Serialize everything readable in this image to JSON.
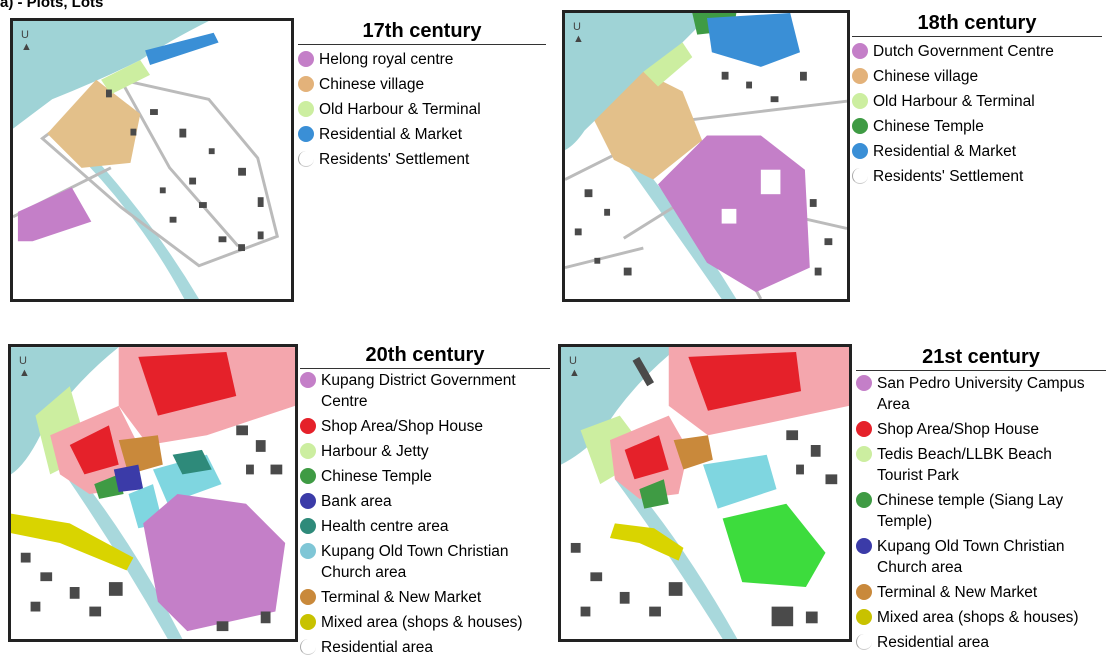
{
  "header": {
    "label": "a) - Plots, Lots"
  },
  "colors": {
    "water": "#9fd3d6",
    "river": "#a8d8dc",
    "road": "#b8b8b8",
    "building": "#4a4a4a",
    "purple": "#c47fc8",
    "tan": "#e3c08a",
    "lightgreen": "#cceea0",
    "blue": "#3a8fd6",
    "darkgreen": "#3f9b44",
    "red": "#e5212a",
    "pink": "#f4a6ad",
    "navy": "#3b3ba8",
    "teal": "#2e8a7a",
    "cyan": "#7fd6e0",
    "orange": "#c9893b",
    "yellow": "#d9d400",
    "brightgreen": "#3ddc3d"
  },
  "panels": [
    {
      "title": "17th century",
      "north_label": "U",
      "items": [
        {
          "label": "Helong royal centre",
          "color": "#c47fc8"
        },
        {
          "label": "Chinese village",
          "color": "#e3b27a"
        },
        {
          "label": "Old Harbour & Terminal",
          "color": "#cceea0"
        },
        {
          "label": "Residential & Market",
          "color": "#3a8fd6"
        },
        {
          "label": "Residents' Settlement",
          "color": ""
        }
      ]
    },
    {
      "title": "18th century",
      "north_label": "U",
      "items": [
        {
          "label": "Dutch Government Centre",
          "color": "#c47fc8"
        },
        {
          "label": "Chinese village",
          "color": "#e3b27a"
        },
        {
          "label": "Old Harbour & Terminal",
          "color": "#cceea0"
        },
        {
          "label": "Chinese Temple",
          "color": "#3f9b44"
        },
        {
          "label": "Residential & Market",
          "color": "#3a8fd6"
        },
        {
          "label": "Residents' Settlement",
          "color": ""
        }
      ]
    },
    {
      "title": "20th century",
      "north_label": "U",
      "items": [
        {
          "label": "Kupang District Government Centre",
          "color": "#c47fc8"
        },
        {
          "label": "Shop Area/Shop House",
          "color": "#e5212a"
        },
        {
          "label": "Harbour & Jetty",
          "color": "#cceea0"
        },
        {
          "label": "Chinese Temple",
          "color": "#3f9b44"
        },
        {
          "label": "Bank area",
          "color": "#3b3ba8"
        },
        {
          "label": "Health centre area",
          "color": "#2e8a7a"
        },
        {
          "label": "Kupang Old Town Christian Church area",
          "color": "#7fc6d6"
        },
        {
          "label": "Terminal & New Market",
          "color": "#c9893b"
        },
        {
          "label": "Mixed area (shops & houses)",
          "color": "#c8c200"
        },
        {
          "label": "Residential area",
          "color": ""
        }
      ]
    },
    {
      "title": "21st century",
      "north_label": "U",
      "items": [
        {
          "label": "San Pedro University Campus Area",
          "color": "#c47fc8"
        },
        {
          "label": "Shop Area/Shop House",
          "color": "#e5212a"
        },
        {
          "label": "Tedis Beach/LLBK Beach Tourist Park",
          "color": "#cceea0"
        },
        {
          "label": "Chinese temple (Siang Lay Temple)",
          "color": "#3f9b44"
        },
        {
          "label": "Kupang Old Town Christian Church area",
          "color": "#3b3ba8"
        },
        {
          "label": "Terminal & New Market",
          "color": "#c9893b"
        },
        {
          "label": "Mixed area (shops & houses)",
          "color": "#c8c200"
        },
        {
          "label": "Residential area",
          "color": ""
        }
      ]
    }
  ]
}
